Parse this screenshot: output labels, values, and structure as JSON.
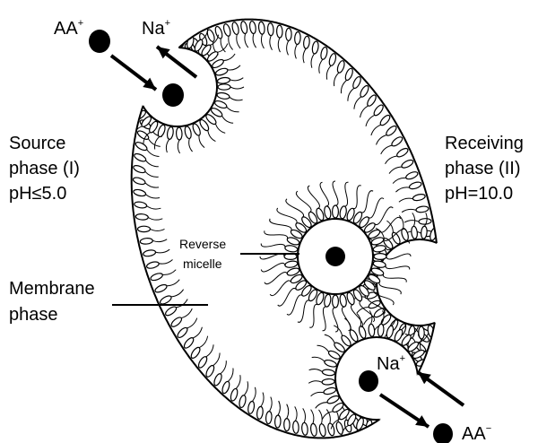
{
  "labels": {
    "aa_plus": "AA",
    "aa_plus_sup": "+",
    "na_top": "Na",
    "na_top_sup": "+",
    "source_line1": "Source",
    "source_line2": "phase (I)",
    "source_line3": "pH≤5.0",
    "receiving_line1": "Receiving",
    "receiving_line2": "phase (II)",
    "receiving_line3": "pH=10.0",
    "reverse_line1": "Reverse",
    "reverse_line2": "micelle",
    "membrane_line1": "Membrane",
    "membrane_line2": "phase",
    "na_bottom": "Na",
    "na_bottom_sup": "+",
    "aa_minus": "AA",
    "aa_minus_sup": "−"
  },
  "colors": {
    "ink": "#000000",
    "background": "#ffffff"
  }
}
